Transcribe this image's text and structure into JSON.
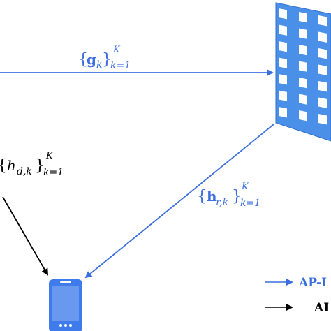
{
  "colors": {
    "blue": "#3b6fe0",
    "ris_fill": "#4a90e8",
    "phone_fill": "#3f7bea",
    "black": "#000000"
  },
  "labels": {
    "g_channel": {
      "base": "g",
      "sub": "k",
      "sup": "K",
      "range": "k=1"
    },
    "hd_channel": {
      "base": "h",
      "sub": "d,k",
      "sup": "K",
      "range": "k=1"
    },
    "hr_channel": {
      "base": "h",
      "sub": "r,k",
      "sup": "K",
      "range": "k=1"
    }
  },
  "legend": {
    "entry1": "AP-I",
    "entry2": "AI"
  }
}
